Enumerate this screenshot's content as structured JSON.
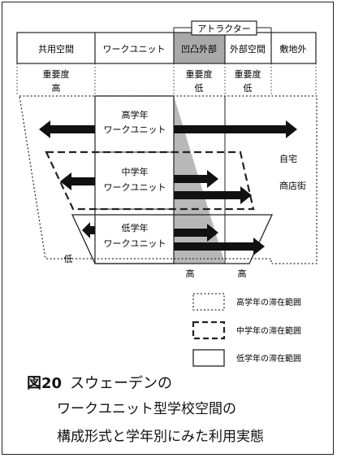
{
  "header": {
    "attractor_label": "アトラクター",
    "columns": [
      "共用空間",
      "ワークユニット",
      "凹凸外部",
      "外部空間",
      "敷地外"
    ]
  },
  "importance": {
    "common_line1": "重要度",
    "common_line2": "高",
    "concave_line1": "重要度",
    "concave_line2": "低",
    "outside_line1": "重要度",
    "outside_line2": "低"
  },
  "units": {
    "high": [
      "高学年",
      "ワークユニット"
    ],
    "middle": [
      "中学年",
      "ワークユニット"
    ],
    "low": [
      "低学年",
      "ワークユニット"
    ]
  },
  "offsite": {
    "home": "自宅",
    "shop": "商店街"
  },
  "bottom": {
    "low": "低",
    "high_concave": "高",
    "high_outside": "高"
  },
  "legend": [
    {
      "label": "高学年の滞在範囲",
      "style": "dotted"
    },
    {
      "label": "中学年の滞在範囲",
      "style": "dashed"
    },
    {
      "label": "低学年の滞在範囲",
      "style": "solid"
    }
  ],
  "caption": {
    "fig_label": "図20",
    "line1": "スウェーデンの",
    "line2": "ワークユニット型学校空間の",
    "line3": "構成形式と学年別にみた利用実態"
  },
  "colors": {
    "concave_header_fill": "#a9a9a9",
    "triangle_fill": "#b8b8b8",
    "arrow_fill": "#111111"
  }
}
